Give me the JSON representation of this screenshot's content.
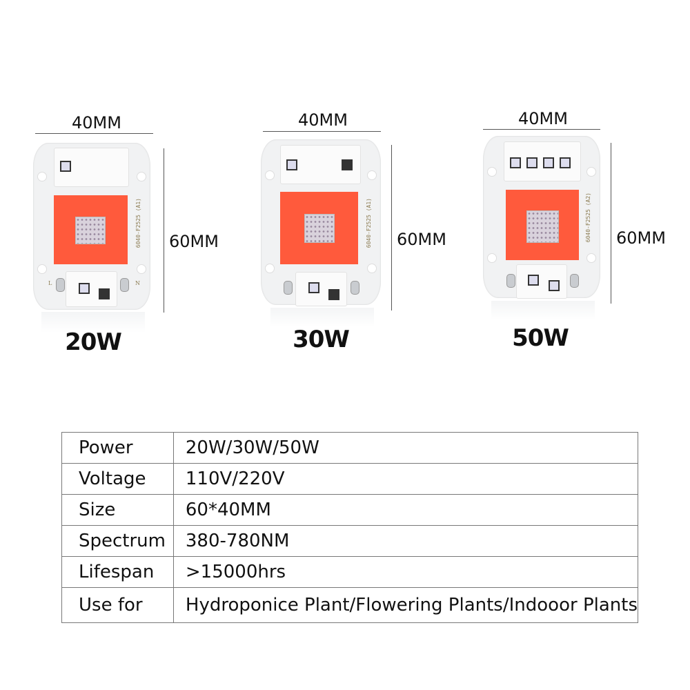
{
  "products": [
    {
      "watt": "20W",
      "width_label": "40MM",
      "height_label": "60MM",
      "chip_code": "6040-F2525 (A1)",
      "pin_left": "L",
      "pin_right": "N"
    },
    {
      "watt": "30W",
      "width_label": "40MM",
      "height_label": "60MM",
      "chip_code": "6040-F2525 (A1)"
    },
    {
      "watt": "50W",
      "width_label": "40MM",
      "height_label": "60MM",
      "chip_code": "6040-F2525 (A2)"
    }
  ],
  "colors": {
    "cob": "#ff5a3c",
    "board": "#f1f2f3"
  },
  "spec_table": [
    {
      "label": "Power",
      "value": "20W/30W/50W"
    },
    {
      "label": "Voltage",
      "value": "110V/220V"
    },
    {
      "label": "Size",
      "value": "60*40MM"
    },
    {
      "label": "Spectrum",
      "value": "380-780NM"
    },
    {
      "label": "Lifespan",
      "value": ">15000hrs"
    },
    {
      "label": "Use for",
      "value": "Hydroponice Plant/Flowering Plants/Indooor Plants"
    }
  ]
}
